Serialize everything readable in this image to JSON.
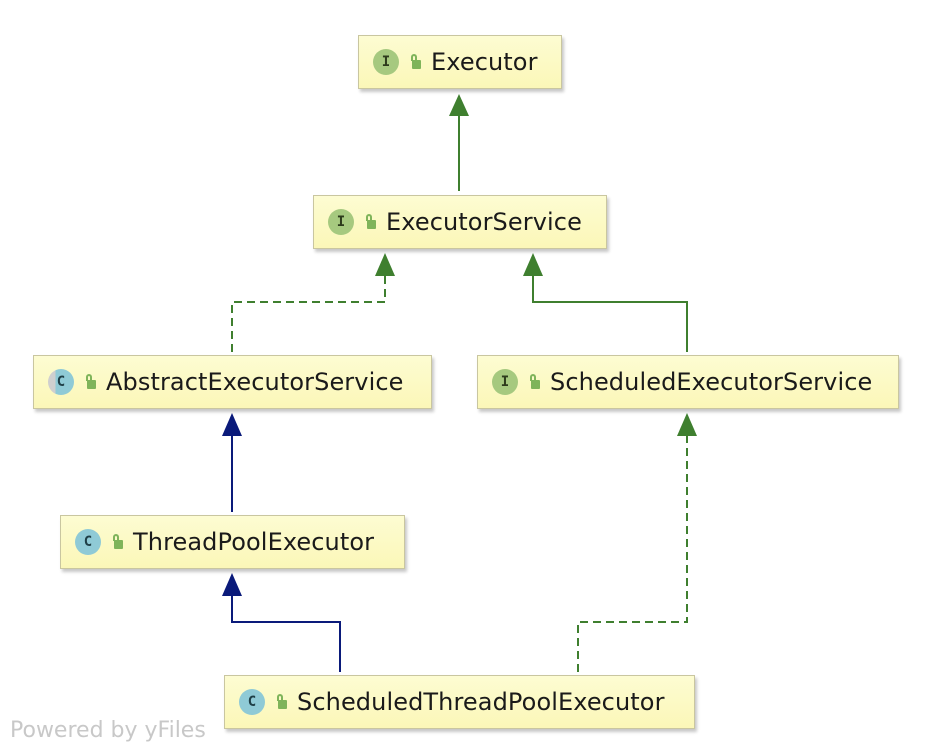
{
  "nodes": {
    "executor": {
      "label": "Executor",
      "kind": "I"
    },
    "executor_service": {
      "label": "ExecutorService",
      "kind": "I"
    },
    "abstract_executor_service": {
      "label": "AbstractExecutorService",
      "kind": "C"
    },
    "scheduled_executor_service": {
      "label": "ScheduledExecutorService",
      "kind": "I"
    },
    "thread_pool_executor": {
      "label": "ThreadPoolExecutor",
      "kind": "C"
    },
    "scheduled_thread_pool_executor": {
      "label": "ScheduledThreadPoolExecutor",
      "kind": "C"
    }
  },
  "colors": {
    "interface_extends": "#3f7f2f",
    "class_extends": "#0a1a7a",
    "node_fill": "#fcf9c0",
    "interface_badge": "#a6c97f",
    "class_badge": "#8fcad6"
  },
  "watermark": "Powered by yFiles"
}
